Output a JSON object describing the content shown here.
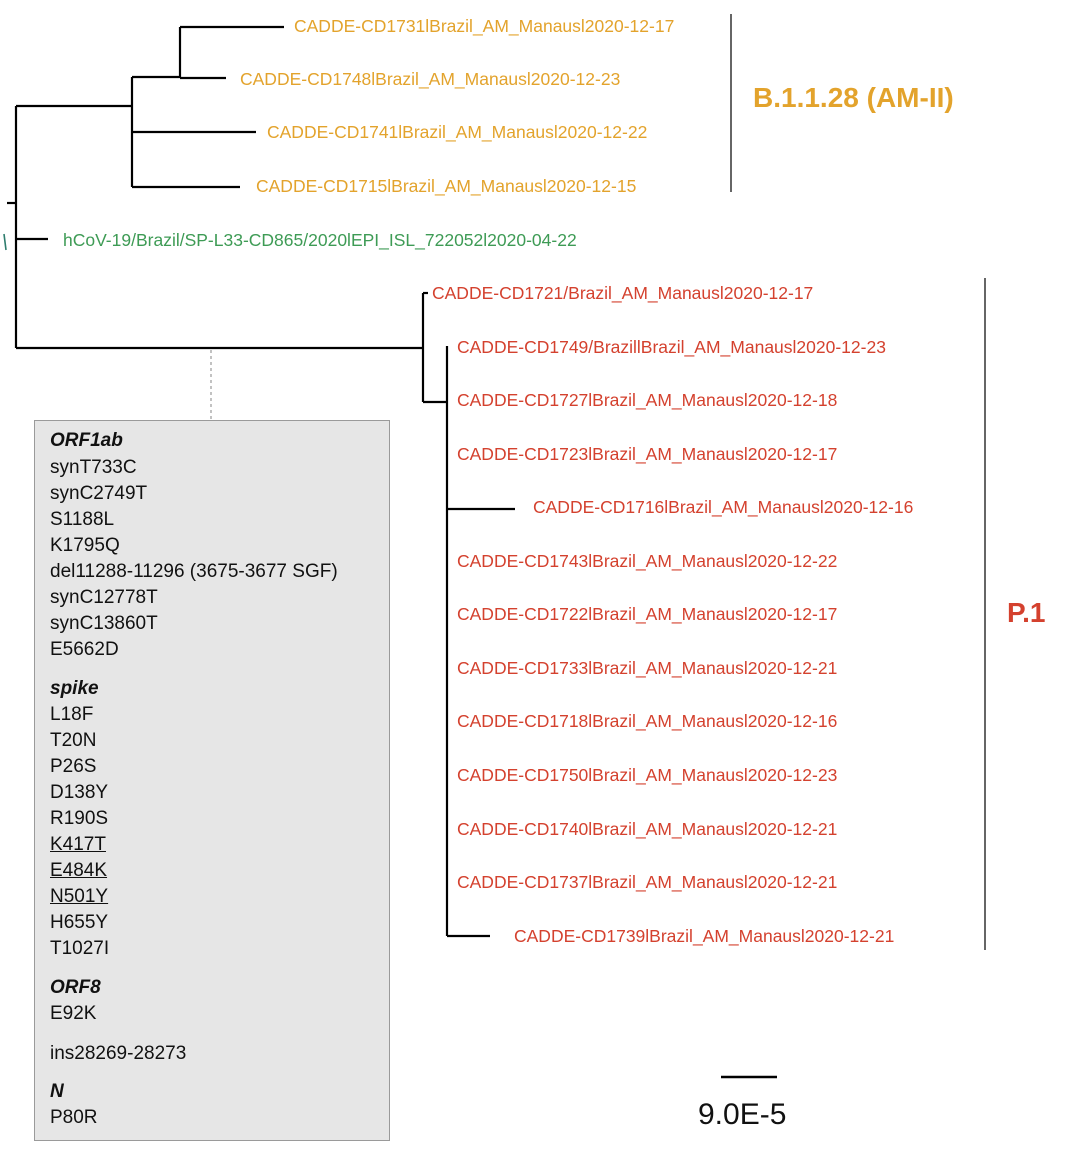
{
  "clades": {
    "b1128": {
      "label": "B.1.1.28 (AM-II)",
      "color": "#E3A32C"
    },
    "p1": {
      "label": "P.1",
      "color": "#D4412E"
    }
  },
  "leaves": {
    "b1128": [
      "CADDE-CD1731lBrazil_AM_Manausl2020-12-17",
      "CADDE-CD1748lBrazil_AM_Manausl2020-12-23",
      "CADDE-CD1741lBrazil_AM_Manausl2020-12-22",
      "CADDE-CD1715lBrazil_AM_Manausl2020-12-15"
    ],
    "reference": "hCoV-19/Brazil/SP-L33-CD865/2020lEPI_ISL_722052l2020-04-22",
    "p1": [
      "CADDE-CD1721/Brazil_AM_Manausl2020-12-17",
      "CADDE-CD1749/BrazillBrazil_AM_Manausl2020-12-23",
      "CADDE-CD1727lBrazil_AM_Manausl2020-12-18",
      "CADDE-CD1723lBrazil_AM_Manausl2020-12-17",
      "CADDE-CD1716lBrazil_AM_Manausl2020-12-16",
      "CADDE-CD1743lBrazil_AM_Manausl2020-12-22",
      "CADDE-CD1722lBrazil_AM_Manausl2020-12-17",
      "CADDE-CD1733lBrazil_AM_Manausl2020-12-21",
      "CADDE-CD1718lBrazil_AM_Manausl2020-12-16",
      "CADDE-CD1750lBrazil_AM_Manausl2020-12-23",
      "CADDE-CD1740lBrazil_AM_Manausl2020-12-21",
      "CADDE-CD1737lBrazil_AM_Manausl2020-12-21",
      "CADDE-CD1739lBrazil_AM_Manausl2020-12-21"
    ]
  },
  "reference_color": "#3E9B55",
  "mutations": {
    "orf1ab": {
      "gene": "ORF1ab",
      "items": [
        "synT733C",
        "synC2749T",
        "S1188L",
        "K1795Q",
        "del11288-11296 (3675-3677 SGF)",
        "synC12778T",
        "synC13860T",
        "E5662D"
      ]
    },
    "spike": {
      "gene": "spike",
      "items": [
        "L18F",
        "T20N",
        "P26S",
        "D138Y",
        "R190S",
        "K417T",
        "E484K",
        "N501Y",
        "H655Y",
        "T1027I"
      ],
      "underlined": [
        "K417T",
        "E484K",
        "N501Y"
      ]
    },
    "orf8": {
      "gene": "ORF8",
      "items": [
        "E92K"
      ]
    },
    "insertion": "ins28269-28273",
    "n": {
      "gene": "N",
      "items": [
        "P80R"
      ]
    }
  },
  "scale_bar": {
    "label": "9.0E-5"
  }
}
